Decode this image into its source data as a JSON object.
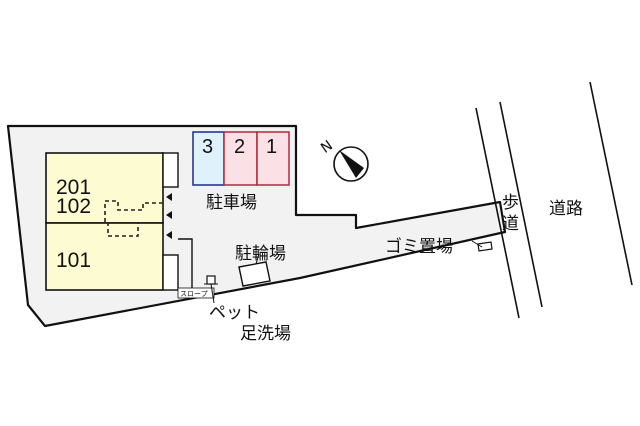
{
  "site_plan": {
    "units": {
      "upper_label_1": "201",
      "upper_label_2": "102",
      "lower_label": "101"
    },
    "parking": {
      "label": "駐車場",
      "spaces": [
        {
          "number": "3",
          "fill": "#dff1fb",
          "stroke": "#1b2a8c"
        },
        {
          "number": "2",
          "fill": "#fbe0e6",
          "stroke": "#b02a3c"
        },
        {
          "number": "1",
          "fill": "#fbe0e6",
          "stroke": "#b02a3c"
        }
      ]
    },
    "bicycle_parking": {
      "label": "駐輪場"
    },
    "garbage": {
      "label": "ゴミ置場"
    },
    "pet_foot_wash": {
      "label_line1": "ペット",
      "label_line2": "足洗場"
    },
    "slope": {
      "label": "スロープ"
    },
    "sidewalk": {
      "label_line1": "歩",
      "label_line2": "道"
    },
    "road": {
      "label": "道路"
    },
    "compass": {
      "label": "N"
    },
    "colors": {
      "site_fill": "#f2f2f2",
      "unit_fill": "#fdfbd2",
      "outline": "#111111"
    }
  }
}
